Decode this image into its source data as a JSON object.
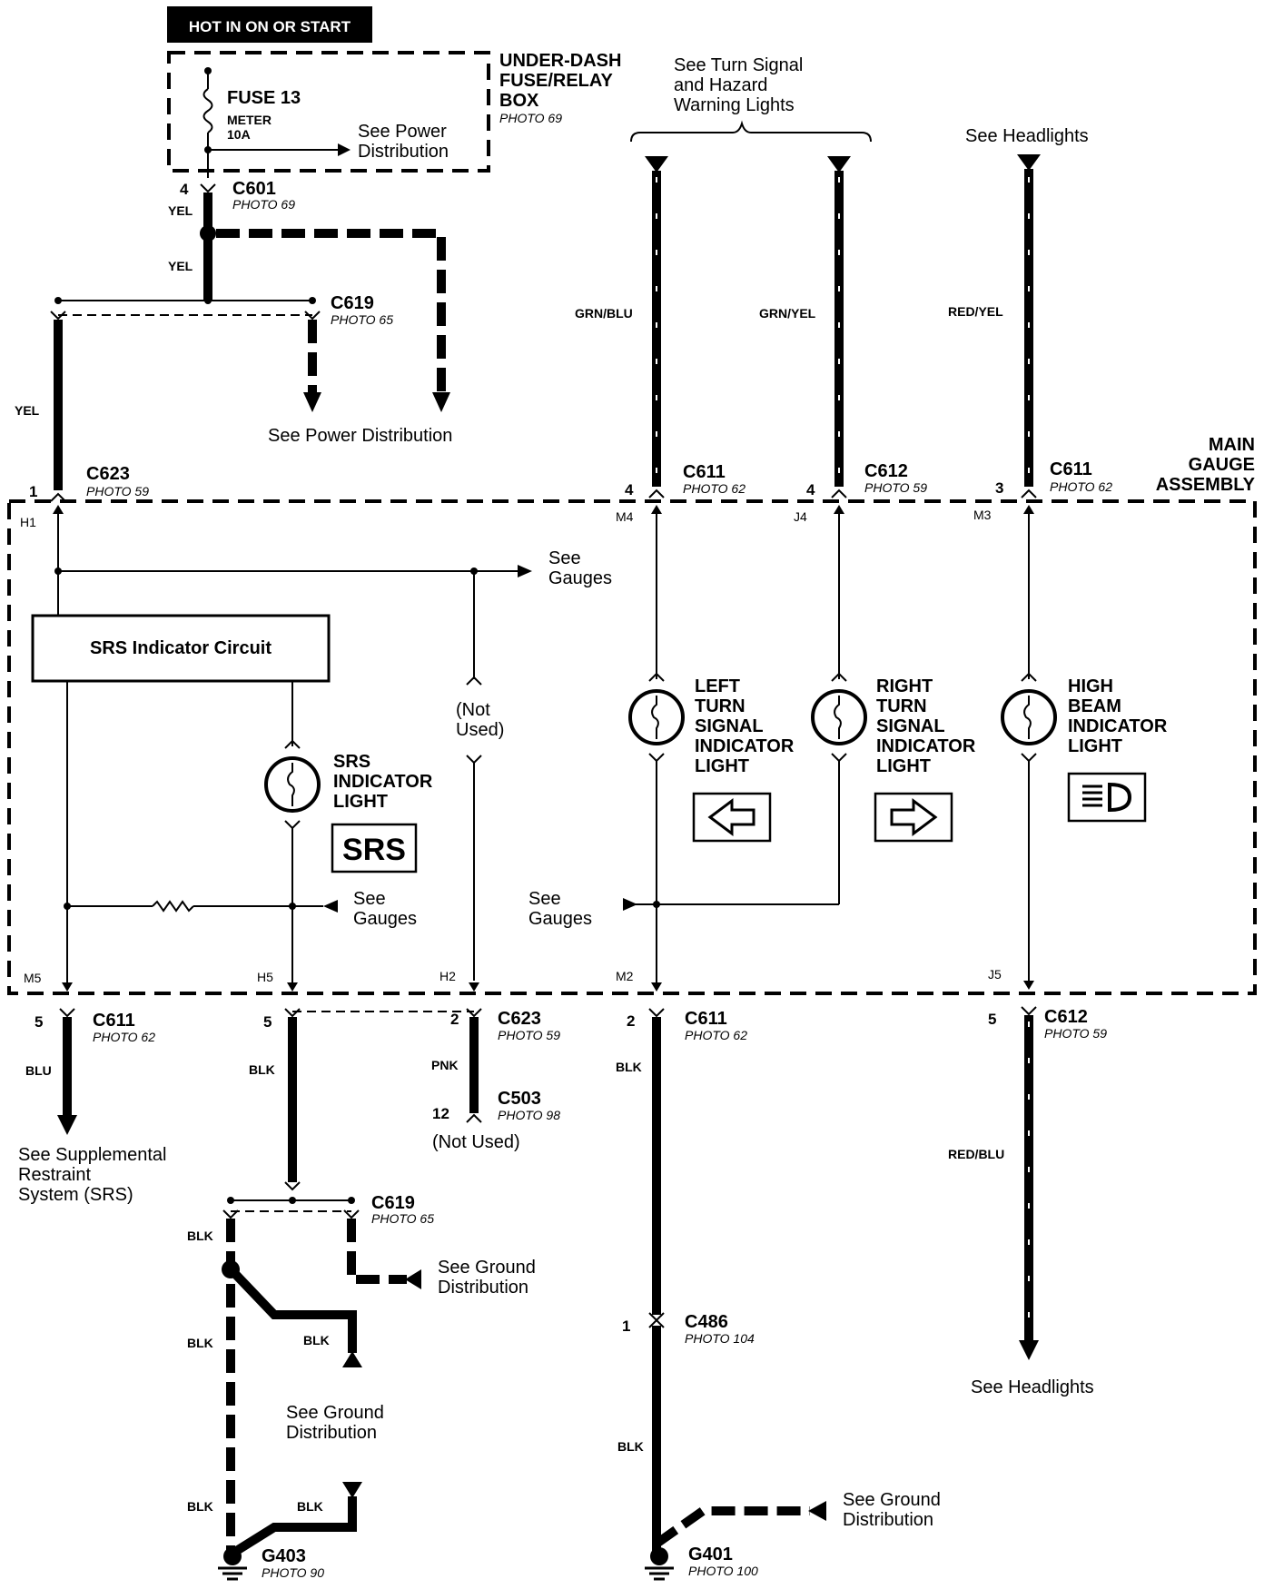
{
  "header": {
    "hot_label": "HOT IN ON OR START"
  },
  "fuse_box": {
    "title_line1": "UNDER-DASH",
    "title_line2": "FUSE/RELAY",
    "title_line3": "BOX",
    "photo": "PHOTO 69",
    "fuse_name": "FUSE 13",
    "fuse_circuit": "METER",
    "fuse_rating": "10A",
    "see_line1": "See Power",
    "see_line2": "Distribution"
  },
  "top_refs": {
    "turn_line1": "See Turn Signal",
    "turn_line2": "and Hazard",
    "turn_line3": "Warning Lights",
    "headlights": "See Headlights",
    "power_distribution": "See Power Distribution"
  },
  "wires": {
    "yel": "YEL",
    "grn_blu": "GRN/BLU",
    "grn_yel": "GRN/YEL",
    "red_yel": "RED/YEL",
    "blu": "BLU",
    "blk": "BLK",
    "pnk": "PNK",
    "red_blu": "RED/BLU"
  },
  "connectors": {
    "c601": {
      "name": "C601",
      "photo": "PHOTO 69",
      "pin": "4"
    },
    "c619_top": {
      "name": "C619",
      "photo": "PHOTO 65"
    },
    "c623_top": {
      "name": "C623",
      "photo": "PHOTO 59",
      "pin": "1"
    },
    "c611_m4": {
      "name": "C611",
      "photo": "PHOTO 62",
      "pin": "4"
    },
    "c612_j4": {
      "name": "C612",
      "photo": "PHOTO 59",
      "pin": "4"
    },
    "c611_m3": {
      "name": "C611",
      "photo": "PHOTO 62",
      "pin": "3"
    },
    "c611_m5": {
      "name": "C611",
      "photo": "PHOTO 62",
      "pin": "5"
    },
    "c611_h5_pin": "5",
    "c623_h2": {
      "name": "C623",
      "photo": "PHOTO 59",
      "pin": "2"
    },
    "c503": {
      "name": "C503",
      "photo": "PHOTO 98",
      "pin": "12"
    },
    "c611_m2": {
      "name": "C611",
      "photo": "PHOTO 62",
      "pin": "2"
    },
    "c612_j5": {
      "name": "C612",
      "photo": "PHOTO 59",
      "pin": "5"
    },
    "c619_bottom": {
      "name": "C619",
      "photo": "PHOTO 65"
    },
    "c486": {
      "name": "C486",
      "photo": "PHOTO 104",
      "pin": "1"
    }
  },
  "terminals": {
    "h1": "H1",
    "m4": "M4",
    "j4": "J4",
    "m3": "M3",
    "m5": "M5",
    "h5": "H5",
    "h2": "H2",
    "m2": "M2",
    "j5": "J5"
  },
  "gauge_assembly": {
    "title_line1": "MAIN",
    "title_line2": "GAUGE",
    "title_line3": "ASSEMBLY",
    "srs_circuit": "SRS Indicator Circuit",
    "see_gauges_1": "See",
    "see_gauges_2": "Gauges",
    "not_used_line1": "(Not",
    "not_used_line2": "Used)",
    "srs_light_line1": "SRS",
    "srs_light_line2": "INDICATOR",
    "srs_light_line3": "LIGHT",
    "srs_badge": "SRS",
    "left_line1": "LEFT",
    "left_line2": "TURN",
    "left_line3": "SIGNAL",
    "left_line4": "INDICATOR",
    "left_line5": "LIGHT",
    "right_line1": "RIGHT",
    "right_line2": "TURN",
    "right_line3": "SIGNAL",
    "right_line4": "INDICATOR",
    "right_line5": "LIGHT",
    "high_line1": "HIGH",
    "high_line2": "BEAM",
    "high_line3": "INDICATOR",
    "high_line4": "LIGHT"
  },
  "bottom_refs": {
    "srs_line1": "See Supplemental",
    "srs_line2": "Restraint",
    "srs_line3": "System (SRS)",
    "not_used": "(Not Used)",
    "ground_line1": "See Ground",
    "ground_line2": "Distribution",
    "headlights": "See Headlights"
  },
  "grounds": {
    "g403": {
      "name": "G403",
      "photo": "PHOTO 90"
    },
    "g401": {
      "name": "G401",
      "photo": "PHOTO 100"
    }
  }
}
